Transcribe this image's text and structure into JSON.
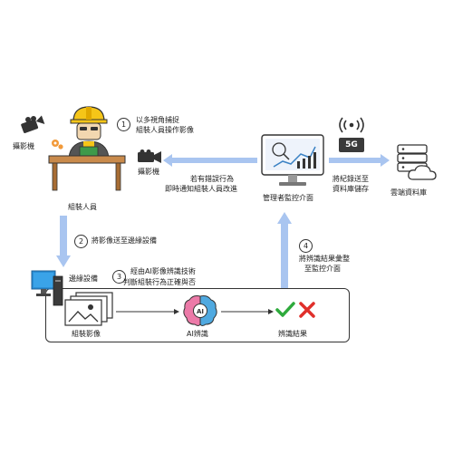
{
  "nodes": {
    "camera_left": "攝影機",
    "assembler": "組裝人員",
    "camera_right": "攝影機",
    "admin_monitor": "管理者監控介面",
    "cloud_db": "雲端資料庫",
    "edge_device": "邊緣設備",
    "assembly_image": "組裝影像",
    "ai_recognition": "AI辨識",
    "recognition_result": "辨識結果",
    "network_badge": "5G",
    "ai_chip_text": "AI"
  },
  "steps": [
    {
      "num": "1",
      "line1": "以多視角捕捉",
      "line2": "組裝人員操作影像"
    },
    {
      "num": "2",
      "line1": "將影像送至邊緣設備"
    },
    {
      "num": "3",
      "line1": "經由AI影像辨識技術",
      "line2": "判斷組裝行為正確與否"
    },
    {
      "num": "4",
      "line1": "將辨識結果彙整",
      "line2": "至監控介面"
    }
  ],
  "notes": {
    "notify_line1": "若有錯誤行為",
    "notify_line2": "即時通知組裝人員改進",
    "store_line1": "將紀錄送至",
    "store_line2": "資料庫儲存"
  },
  "colors": {
    "arrow_blue": "#a9c5f0",
    "arrow_blue_dark": "#8fb1e6",
    "helmet_yellow": "#f5c518",
    "desk_brown": "#c98a4b",
    "check_green": "#2eaa3c",
    "cross_red": "#e0302b"
  }
}
